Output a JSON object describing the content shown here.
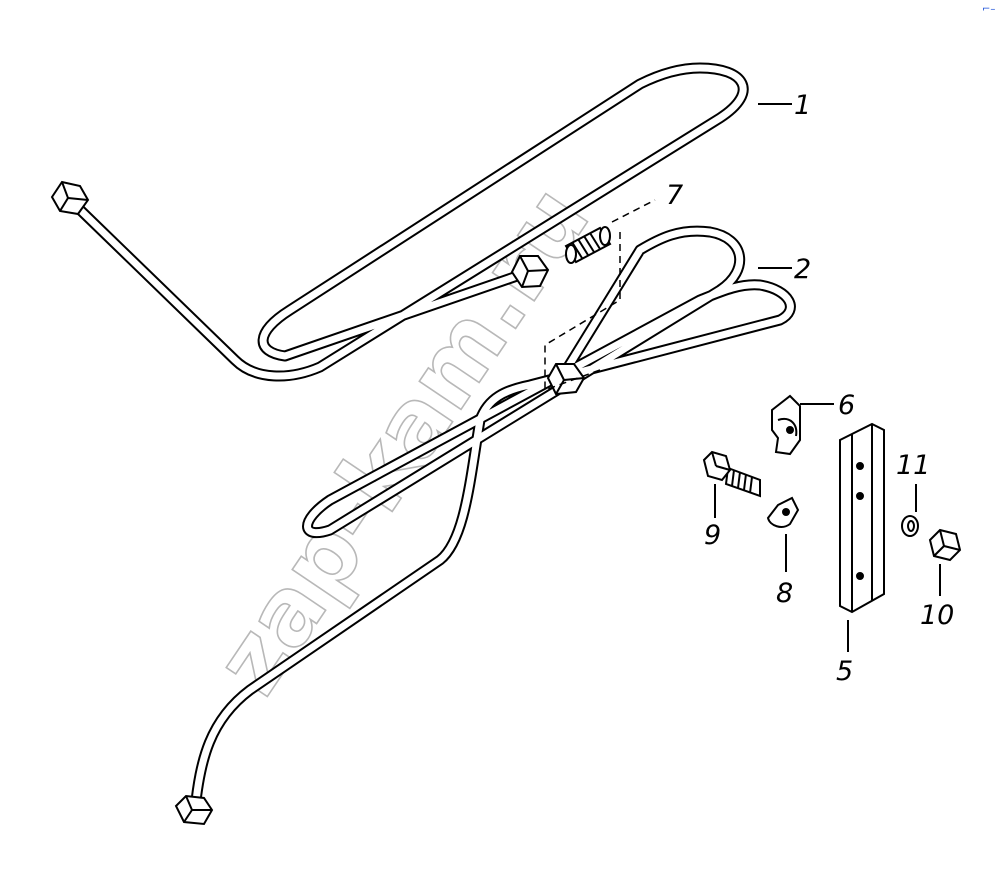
{
  "watermark": "zap-kam.ru",
  "corner_mark": "⌐–",
  "callouts": [
    {
      "id": "1",
      "label": "1"
    },
    {
      "id": "2",
      "label": "2"
    },
    {
      "id": "5",
      "label": "5"
    },
    {
      "id": "6",
      "label": "6"
    },
    {
      "id": "7",
      "label": "7"
    },
    {
      "id": "8",
      "label": "8"
    },
    {
      "id": "9",
      "label": "9"
    },
    {
      "id": "10",
      "label": "10"
    },
    {
      "id": "11",
      "label": "11"
    }
  ],
  "colors": {
    "line": "#000000",
    "watermark": "#b8b8b8",
    "background": "#ffffff"
  }
}
